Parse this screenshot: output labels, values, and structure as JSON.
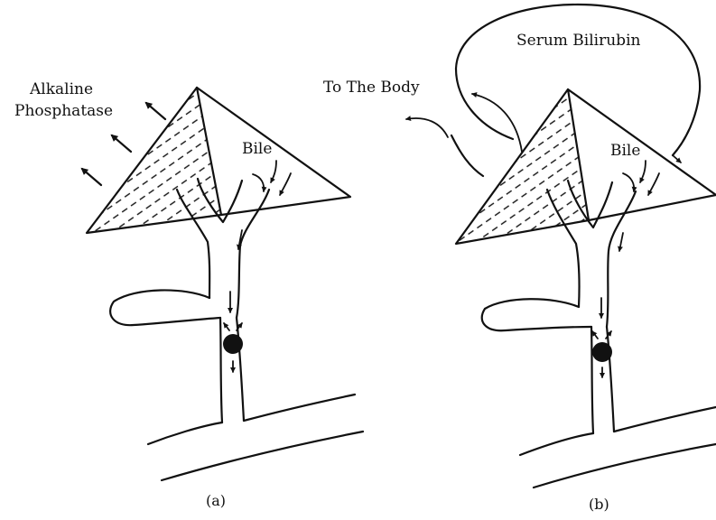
{
  "panel_a": {
    "caption": "(a)",
    "label_alkaline_line1": "Alkaline",
    "label_alkaline_line2": "Phosphatase",
    "label_bile": "Bile"
  },
  "panel_b": {
    "caption": "(b)",
    "label_serum": "Serum Bilirubin",
    "label_body": "To The Body",
    "label_bile": "Bile"
  },
  "colors": {
    "ink": "#111111",
    "background": "#ffffff"
  }
}
